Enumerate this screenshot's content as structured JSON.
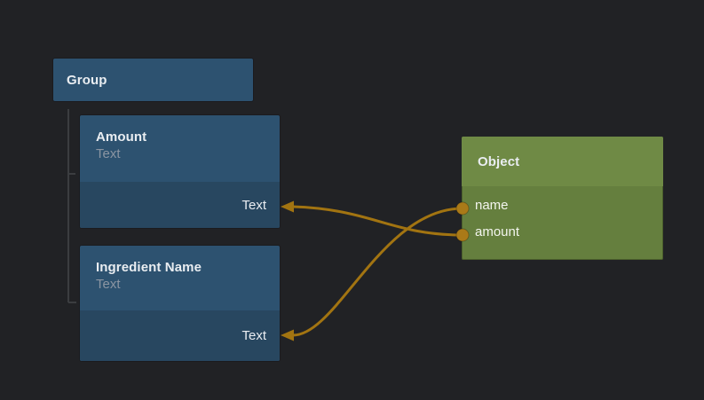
{
  "colors": {
    "background": "#212225",
    "node_blue_header": "#2d5270",
    "node_blue_body": "#284760",
    "node_green_header": "#6f8a45",
    "node_green_body": "#657f3e",
    "wire": "#a27411",
    "port": "#aa7a18",
    "title_text": "#e9edf1",
    "subtitle_text": "#8b95a2",
    "field_text": "#f3f5ee",
    "tree_line": "#3b3d40"
  },
  "nodes": {
    "group": {
      "title": "Group"
    },
    "amount": {
      "title": "Amount",
      "subtitle": "Text",
      "input_label": "Text"
    },
    "ingredient_name": {
      "title": "Ingredient Name",
      "subtitle": "Text",
      "input_label": "Text"
    },
    "object": {
      "title": "Object",
      "fields": [
        {
          "label": "name"
        },
        {
          "label": "amount"
        }
      ]
    }
  },
  "connections": [
    {
      "from_port": "object.name",
      "to_input": "ingredient_name.text"
    },
    {
      "from_port": "object.amount",
      "to_input": "amount.text"
    }
  ]
}
